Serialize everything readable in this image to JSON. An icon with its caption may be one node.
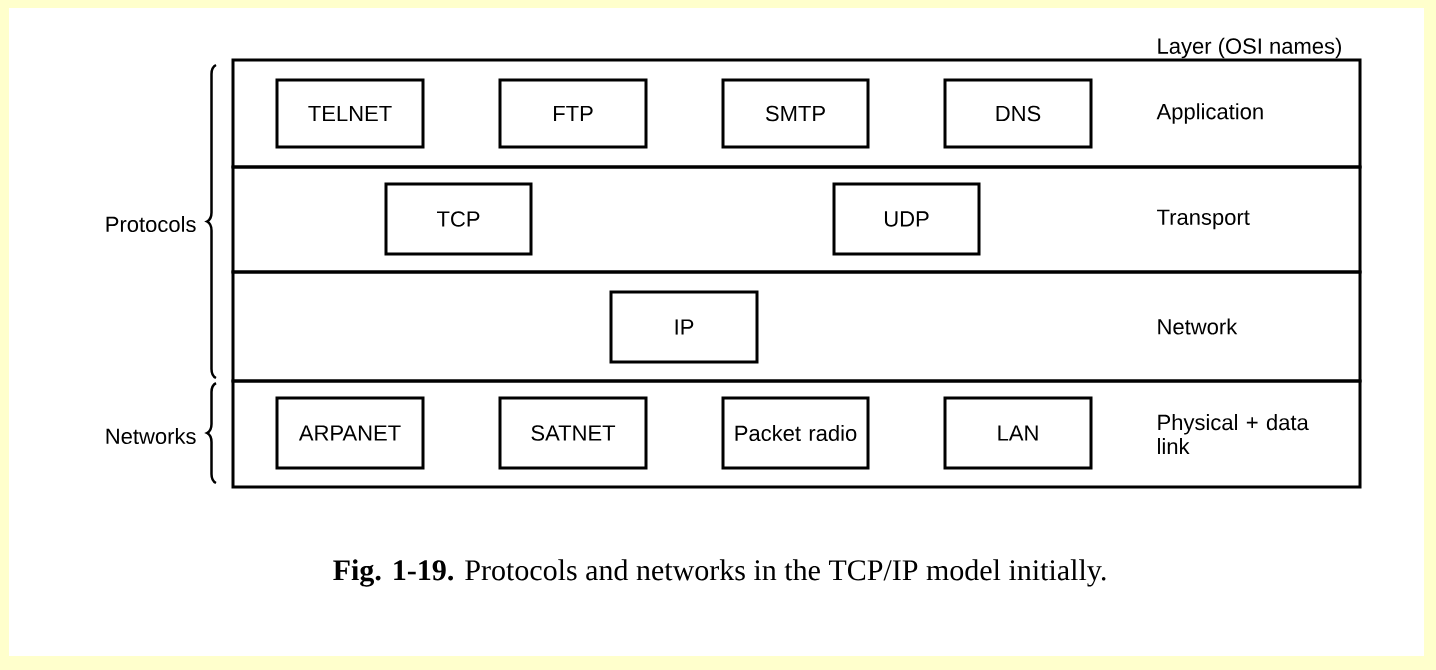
{
  "diagram": {
    "caption": "**Fig. 1-19.** Protocols and networks in the TCP/IP model initially.",
    "nodes": [
      {
        "text": [
          "Application"
        ]
      },
      {
        "text": [
          "TELNET"
        ],
        "in": 0
      },
      {
        "text": [
          "FTP"
        ],
        "in": 0
      },
      {
        "text": [
          "SMTP"
        ],
        "in": 0
      },
      {
        "text": [
          "DNS"
        ],
        "in": 0
      },
      {
        "text": [
          "Transport"
        ]
      },
      {
        "text": [
          "TCP"
        ],
        "in": 5
      },
      {
        "text": [
          "UDP"
        ],
        "in": 5
      },
      {
        "text": [
          "Network"
        ]
      },
      {
        "text": [
          "IP"
        ],
        "in": 8
      },
      {
        "text": [
          "Physical + data link"
        ]
      },
      {
        "text": [
          "ARPANET"
        ],
        "in": 10
      },
      {
        "text": [
          "SATNET"
        ],
        "in": 10
      },
      {
        "text": [
          "Packet radio"
        ],
        "in": 10
      },
      {
        "text": [
          "LAN"
        ],
        "in": 10
      }
    ],
    "labels": [
      "Layer (OSI names)",
      "Protocols",
      "Networks"
    ]
  }
}
